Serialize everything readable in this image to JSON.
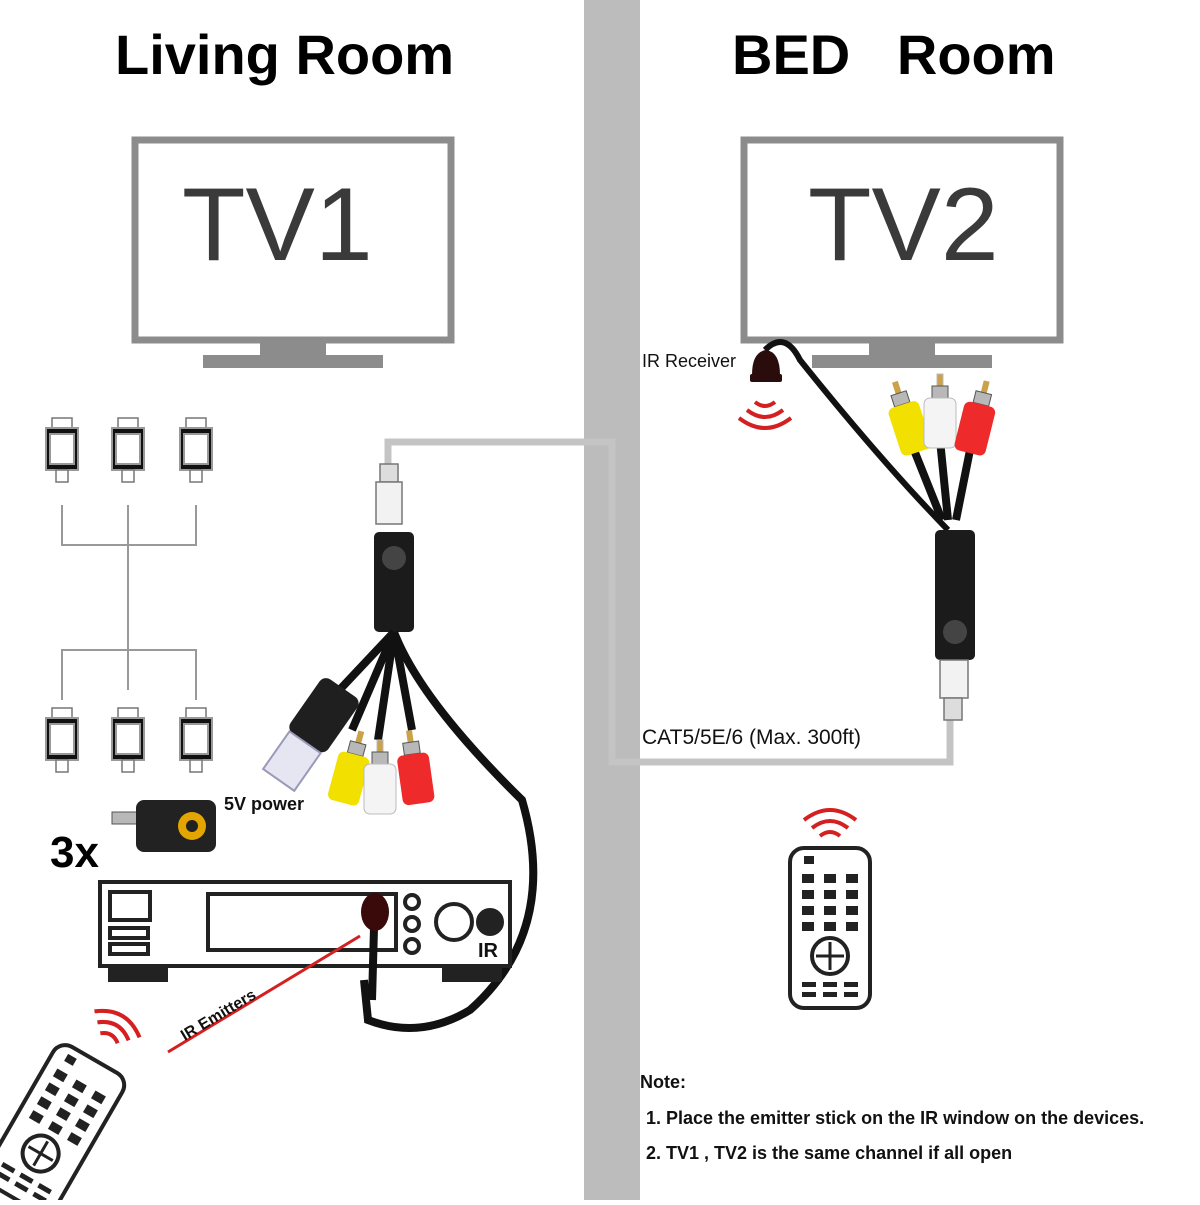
{
  "rooms": {
    "left_title": "Living Room",
    "right_title": "BED   Room"
  },
  "tvs": {
    "tv1_label": "TV1",
    "tv2_label": "TV2"
  },
  "labels": {
    "ir_receiver": "IR Receiver",
    "five_v_power": "5V power",
    "multiplier": "3x",
    "ir_port": "IR",
    "ir_emitters": "IR Emitters",
    "cable": "CAT5/5E/6 (Max. 300ft)"
  },
  "notes": {
    "heading": "Note:",
    "items": [
      "1. Place the emitter stick on the IR window on the devices.",
      "2. TV1 , TV2 is the same channel if all open"
    ]
  },
  "colors": {
    "wall": "#bcbcbc",
    "tv_frame": "#8c8c8c",
    "rca_yellow": "#f2e000",
    "rca_white": "#f4f4f4",
    "rca_red": "#ee2a2a",
    "signal_red": "#d42020",
    "cable_gray": "#c4c4c4"
  },
  "icons": [
    "remote-control-icon",
    "ir-signal-icon",
    "usb-plug-icon",
    "rca-splitter-icon",
    "ethernet-plug-icon",
    "ir-receiver-icon",
    "ir-emitter-icon",
    "av-receiver-icon"
  ]
}
